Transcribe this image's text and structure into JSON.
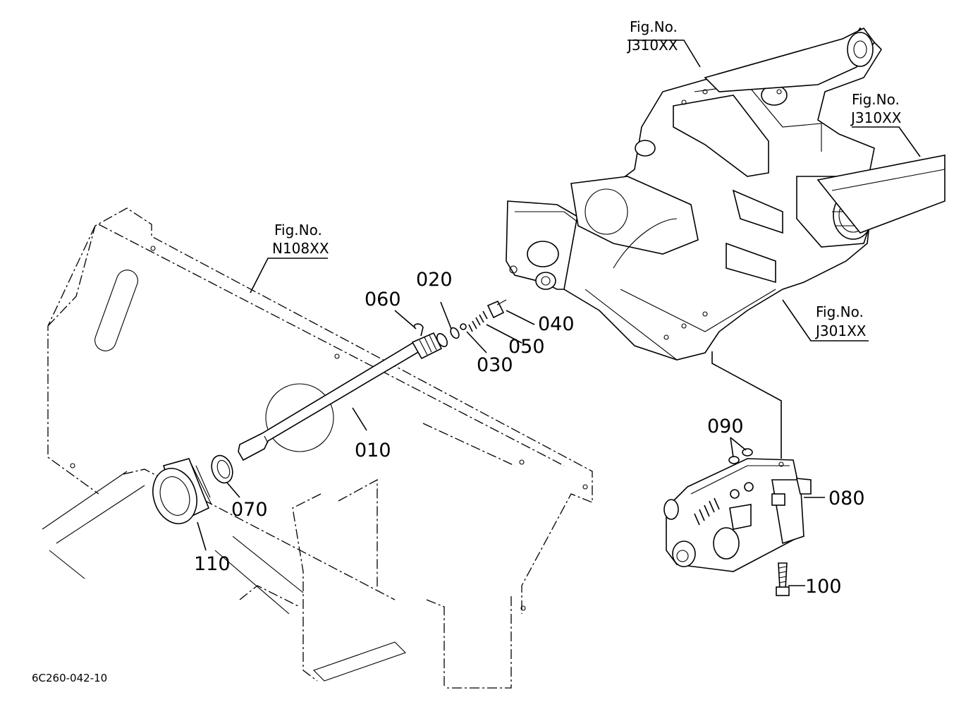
{
  "diagram_code": "6C260-042-10",
  "callouts": {
    "p010": "010",
    "p020": "020",
    "p030": "030",
    "p040": "040",
    "p050": "050",
    "p060": "060",
    "p070": "070",
    "p080": "080",
    "p090": "090",
    "p100": "100",
    "p110": "110"
  },
  "fig_refs": {
    "top": {
      "label": "Fig.No.",
      "code": "J310XX"
    },
    "right": {
      "label": "Fig.No.",
      "code": "J310XX"
    },
    "housing": {
      "label": "Fig.No.",
      "code": "J301XX"
    },
    "panel": {
      "label": "Fig.No.",
      "code": "N108XX"
    }
  }
}
